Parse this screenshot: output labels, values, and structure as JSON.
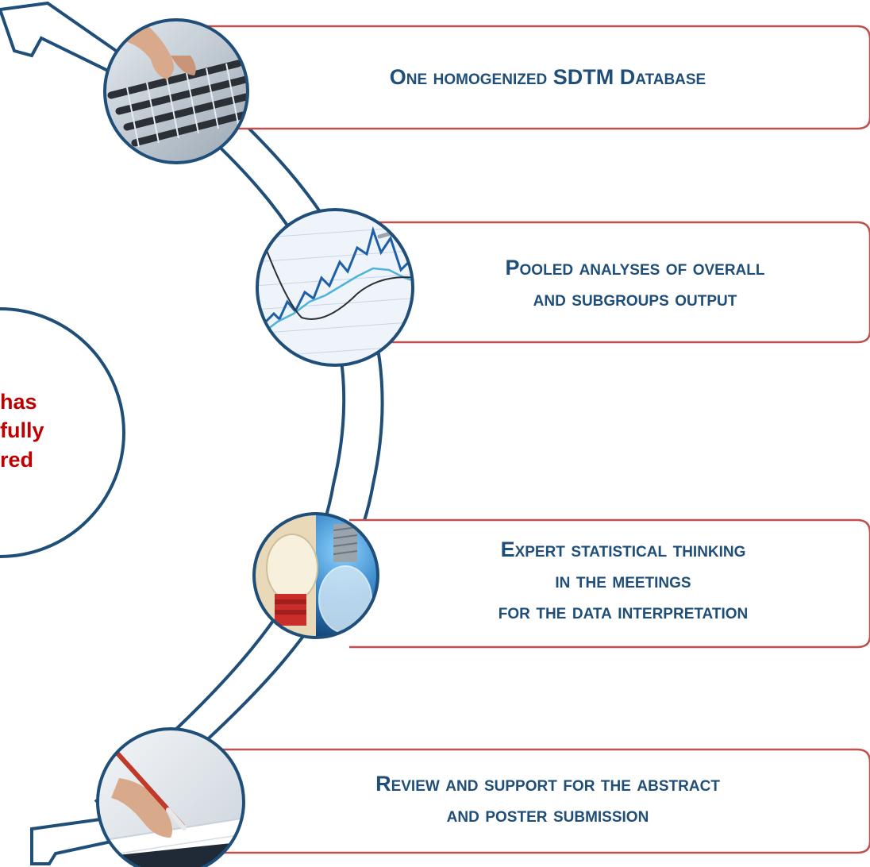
{
  "center": {
    "lines": [
      "has",
      "fully",
      "red"
    ],
    "color": "#c00000"
  },
  "colors": {
    "navy": "#1f4e79",
    "frame": "#c0504d",
    "box_text": "#1f4e79"
  },
  "steps": [
    {
      "icon": "keyboard-photo",
      "lines": [
        "One homogenized SDTM Database"
      ]
    },
    {
      "icon": "stock-chart-photo",
      "lines": [
        "Pooled analyses of overall",
        "and subgroups output"
      ]
    },
    {
      "icon": "light-bulbs-photo",
      "lines": [
        "Expert statistical thinking",
        "in the meetings",
        "for the data interpretation"
      ]
    },
    {
      "icon": "writing-hand-photo",
      "lines": [
        "Review and support for the abstract",
        "and poster submission"
      ]
    }
  ]
}
